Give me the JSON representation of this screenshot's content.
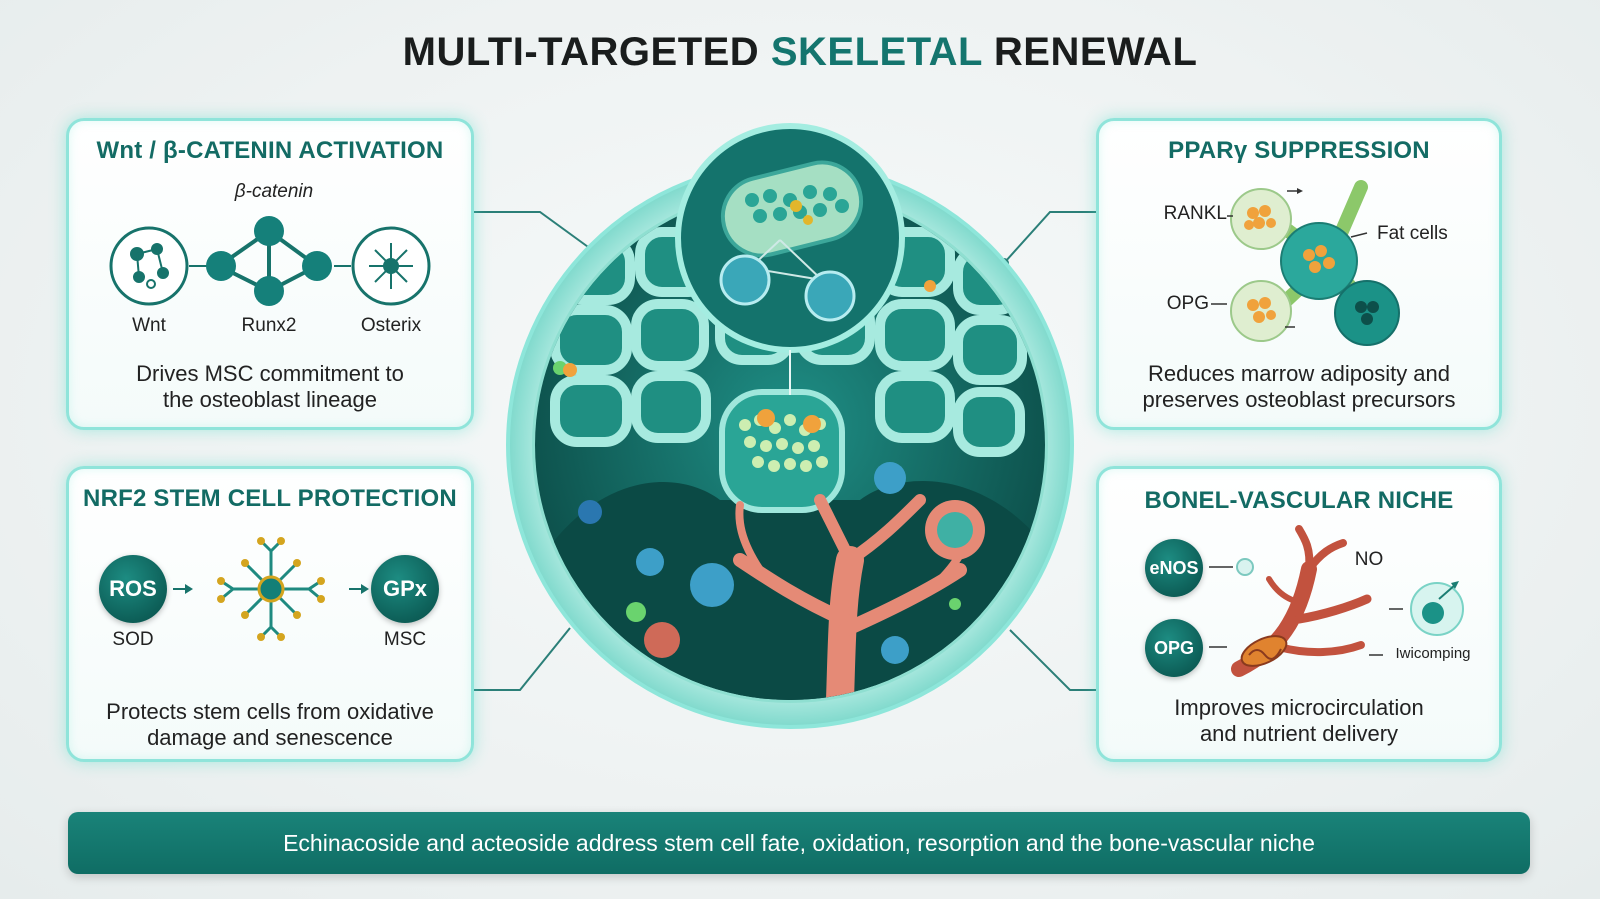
{
  "title": {
    "part1": "MULTI-TARGETED",
    "part2": "SKELETAL",
    "part3": "RENEWAL"
  },
  "colors": {
    "teal_dark": "#136b64",
    "teal_glow": "#8fe4da",
    "coral": "#e58a76",
    "orange": "#f0a23c"
  },
  "panels": {
    "wnt": {
      "title": "Wnt / β-CATENIN ACTIVATION",
      "top_label": "β-catenin",
      "labels": [
        "Wnt",
        "Runx2",
        "Osterix"
      ],
      "description_line1": "Drives MSC commitment to",
      "description_line2": "the osteoblast lineage"
    },
    "nrf2": {
      "title": "NRF2 STEM CELL PROTECTION",
      "left_pill": "ROS",
      "right_pill": "GPx",
      "left_label": "SOD",
      "right_label": "MSC",
      "description_line1": "Protects stem cells from oxidative",
      "description_line2": "damage and senescence"
    },
    "ppar": {
      "title": "PPARγ SUPPRESSION",
      "labels": {
        "rankl": "RANKL",
        "fat_cells": "Fat cells",
        "opg": "OPG"
      },
      "description_line1": "Reduces marrow adiposity and",
      "description_line2": "preserves osteoblast precursors"
    },
    "vascular": {
      "title": "BONEL-VASCULAR NICHE",
      "pill_top": "eNOS",
      "pill_bottom": "OPG",
      "label_no": "NO",
      "label_micro": "Iwicomping",
      "description_line1": "Improves microcirculation",
      "description_line2": "and nutrient delivery"
    }
  },
  "icons": [
    "molecule-network-icon",
    "neuron-cell-icon",
    "dendritic-cell-icon",
    "blood-vessel-icon",
    "mitochondria-icon"
  ],
  "footer": "Echinacoside and acteoside address stem cell fate, oxidation, resorption and the bone-vascular niche"
}
